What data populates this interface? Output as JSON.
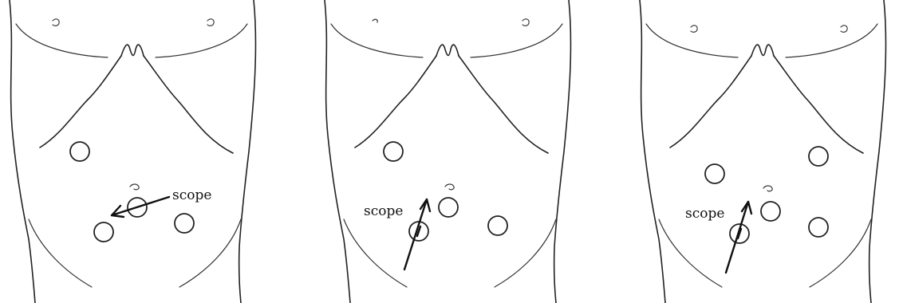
{
  "panels": [
    {
      "id": "panel-1",
      "scope_label": "scope"
    },
    {
      "id": "panel-2",
      "scope_label": "scope"
    },
    {
      "id": "panel-3",
      "scope_label": "scope"
    }
  ]
}
